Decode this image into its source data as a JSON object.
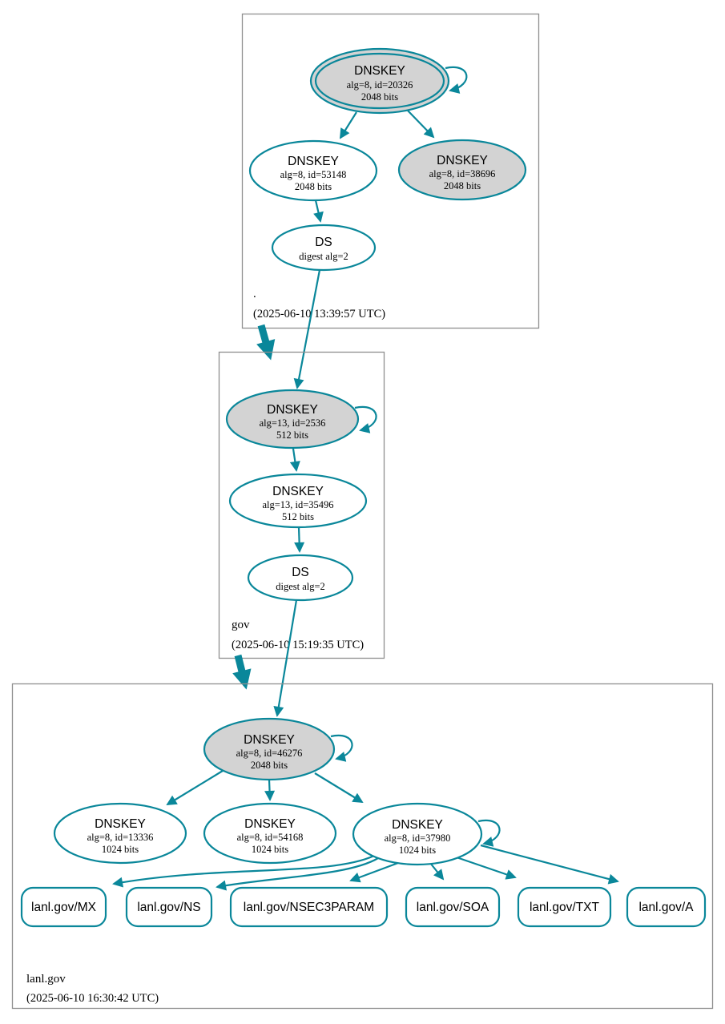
{
  "colors": {
    "secure": "#0a879a",
    "ksk_fill": "#d3d3d3",
    "node_fill": "#ffffff",
    "box_border": "#8f8f8f",
    "text": "#000000",
    "bg": "#ffffff"
  },
  "zones": [
    {
      "label": ".",
      "timestamp": "(2025-06-10 13:39:57 UTC)",
      "nodes": {
        "ksk": {
          "title": "DNSKEY",
          "detail1": "alg=8, id=20326",
          "detail2": "2048 bits"
        },
        "zsk": {
          "title": "DNSKEY",
          "detail1": "alg=8, id=53148",
          "detail2": "2048 bits"
        },
        "standby": {
          "title": "DNSKEY",
          "detail1": "alg=8, id=38696",
          "detail2": "2048 bits"
        },
        "ds": {
          "title": "DS",
          "detail1": "digest alg=2"
        }
      }
    },
    {
      "label": "gov",
      "timestamp": "(2025-06-10 15:19:35 UTC)",
      "nodes": {
        "ksk": {
          "title": "DNSKEY",
          "detail1": "alg=13, id=2536",
          "detail2": "512 bits"
        },
        "zsk": {
          "title": "DNSKEY",
          "detail1": "alg=13, id=35496",
          "detail2": "512 bits"
        },
        "ds": {
          "title": "DS",
          "detail1": "digest alg=2"
        }
      }
    },
    {
      "label": "lanl.gov",
      "timestamp": "(2025-06-10 16:30:42 UTC)",
      "nodes": {
        "ksk": {
          "title": "DNSKEY",
          "detail1": "alg=8, id=46276",
          "detail2": "2048 bits"
        },
        "zsk1": {
          "title": "DNSKEY",
          "detail1": "alg=8, id=13336",
          "detail2": "1024 bits"
        },
        "zsk2": {
          "title": "DNSKEY",
          "detail1": "alg=8, id=54168",
          "detail2": "1024 bits"
        },
        "zsk3": {
          "title": "DNSKEY",
          "detail1": "alg=8, id=37980",
          "detail2": "1024 bits"
        },
        "rrsets": [
          "lanl.gov/MX",
          "lanl.gov/NS",
          "lanl.gov/NSEC3PARAM",
          "lanl.gov/SOA",
          "lanl.gov/TXT",
          "lanl.gov/A"
        ]
      }
    }
  ]
}
